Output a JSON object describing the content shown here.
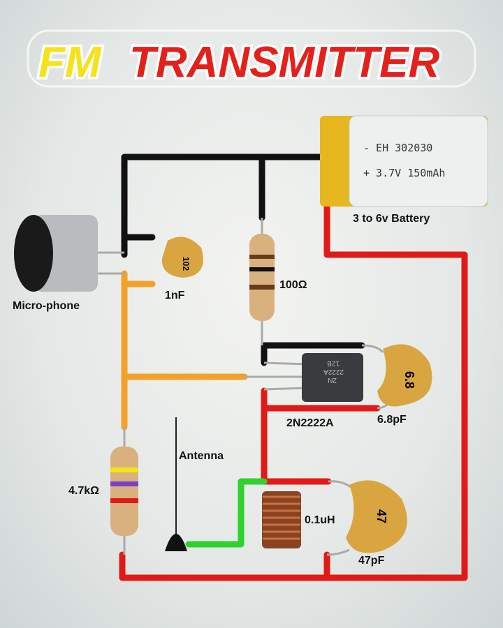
{
  "title": {
    "part1": "FM",
    "part2": "TRANSMITTER"
  },
  "battery": {
    "line1": "- EH 302030",
    "line2": "+ 3.7V 150mAh",
    "label": "3 to 6v Battery"
  },
  "components": {
    "microphone": "Micro-phone",
    "cap_1nf": "1nF",
    "cap_1nf_marking": "102",
    "resistor_100": "100Ω",
    "transistor": "2N2222A",
    "transistor_marking": [
      "2N",
      "2222A",
      "12B"
    ],
    "cap_6_8": "6.8pF",
    "cap_6_8_marking": "6.8",
    "antenna": "Antenna",
    "resistor_4_7k": "4.7kΩ",
    "inductor": "0.1uH",
    "cap_47": "47pF",
    "cap_47_marking": "47"
  },
  "colors": {
    "wire_positive": "#e21a17",
    "wire_negative": "#111111",
    "wire_signal": "#f2a12a",
    "wire_antenna": "#2fd12f",
    "title_fm": "#f5e21a",
    "title_transmitter": "#e5201b"
  }
}
